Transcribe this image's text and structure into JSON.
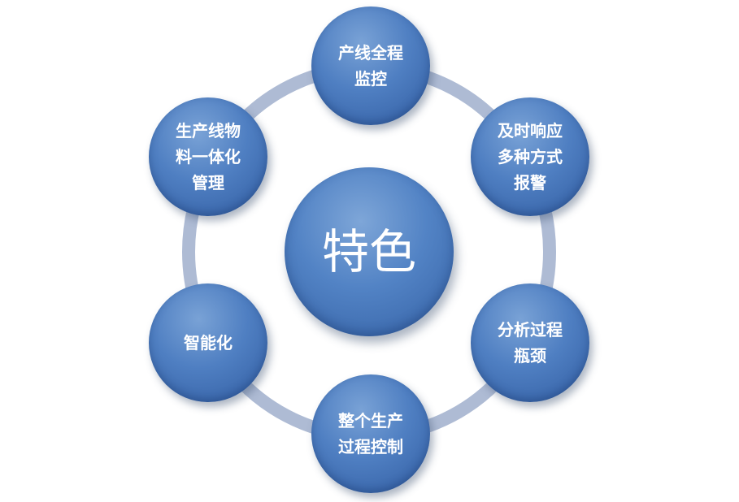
{
  "center": {
    "label": "特色"
  },
  "nodes": [
    {
      "id": "monitor",
      "label": "产线全程\n监控"
    },
    {
      "id": "alarm",
      "label": "及时响应\n多种方式\n报警"
    },
    {
      "id": "bottleneck",
      "label": "分析过程\n瓶颈"
    },
    {
      "id": "control",
      "label": "整个生产\n过程控制"
    },
    {
      "id": "intelligent",
      "label": "智能化"
    },
    {
      "id": "material",
      "label": "生产线物\n料一体化\n管理"
    }
  ],
  "colors": {
    "node_fill": "#4f7fc2",
    "ring": "#aebbd4",
    "text": "#ffffff"
  }
}
